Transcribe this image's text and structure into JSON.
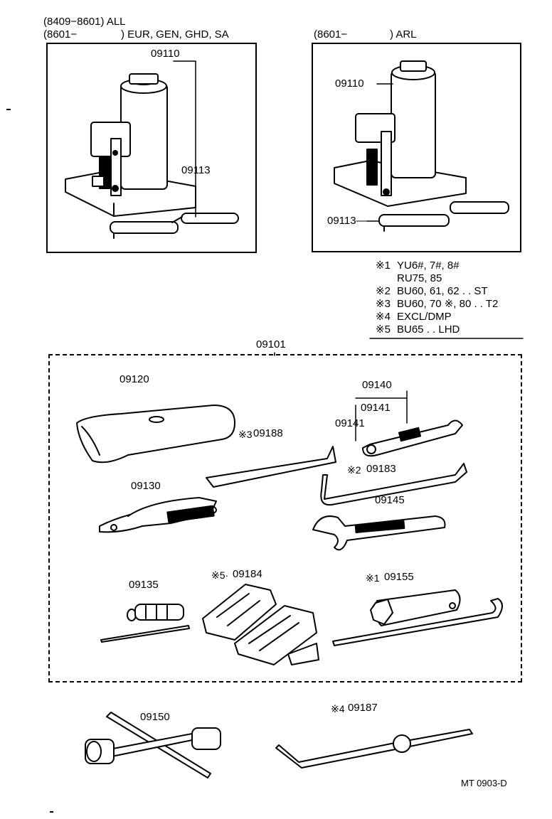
{
  "header": {
    "line1": "(8409−8601) ALL",
    "line2_prefix": "(8601−",
    "line2_suffix": ") EUR, GEN, GHD, SA",
    "right_prefix": "(8601−",
    "right_suffix": ") ARL"
  },
  "jack_left": {
    "jack": "09110",
    "handle": "09113"
  },
  "jack_right": {
    "jack": "09110",
    "handle": "09113—"
  },
  "notes": [
    {
      "mark": "※1",
      "text": "YU6#, 7#, 8#"
    },
    {
      "mark": "",
      "text": "RU75, 85"
    },
    {
      "mark": "※2",
      "text": "BU60, 61, 62 . . ST"
    },
    {
      "mark": "※3",
      "text": "BU60, 70 ※, 80 . . T2"
    },
    {
      "mark": "※4",
      "text": "EXCL/DMP"
    },
    {
      "mark": "※5",
      "text": "BU65 . . LHD"
    }
  ],
  "toolset": {
    "label": "09101",
    "parts": {
      "bag": "09120",
      "wrench_set": "09140",
      "wrench_a": "09141",
      "wrench_b": "09141",
      "rod_mark": "※3",
      "rod": "09188",
      "hook_mark": "※2",
      "hook": "09183",
      "pliers": "09130",
      "adjustable": "09145",
      "screwdriver": "09135",
      "chock_mark": "※5·",
      "chock": "09184",
      "box_wrench_mark": "※1",
      "box_wrench": "09155"
    }
  },
  "bottom": {
    "lug_wrench": "09150",
    "handle_mark": "※4",
    "handle": "09187",
    "code": "MT 0903-D"
  }
}
